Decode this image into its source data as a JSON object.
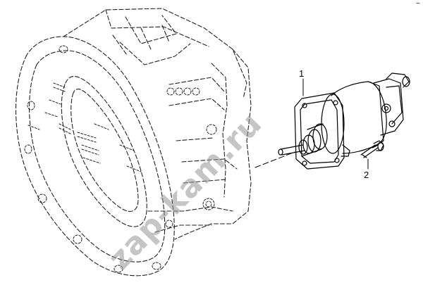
{
  "diagram": {
    "callouts": [
      {
        "id": "1",
        "label": "1"
      },
      {
        "id": "2",
        "label": "2"
      }
    ],
    "watermark": "zap-kam.ru",
    "corner_mark": "~",
    "colors": {
      "line": "#000000",
      "dashed": "#222222",
      "watermark": "#969696"
    }
  }
}
